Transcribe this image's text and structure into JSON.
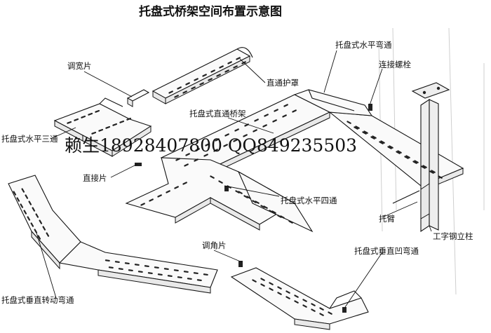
{
  "title": "托盘式桥架空间布置示意图",
  "watermark": "赖生18928407800 QQ849235503",
  "labels": {
    "reducer": "调宽片",
    "cover": "直通护罩",
    "horizontal_bend": "托盘式水平弯通",
    "bolt": "连接螺栓",
    "straight_section": "托盘式直通桥架",
    "horizontal_tee": "托盘式水平三通",
    "straight_connector": "直接片",
    "horizontal_cross": "托盘式水平四通",
    "bracket": "托臂",
    "i_beam_column": "工字钢立柱",
    "angle_plate": "调角片",
    "vertical_inner_bend": "托盘式垂直凹弯通",
    "vertical_turn_bend": "托盘式垂直转动弯通"
  }
}
